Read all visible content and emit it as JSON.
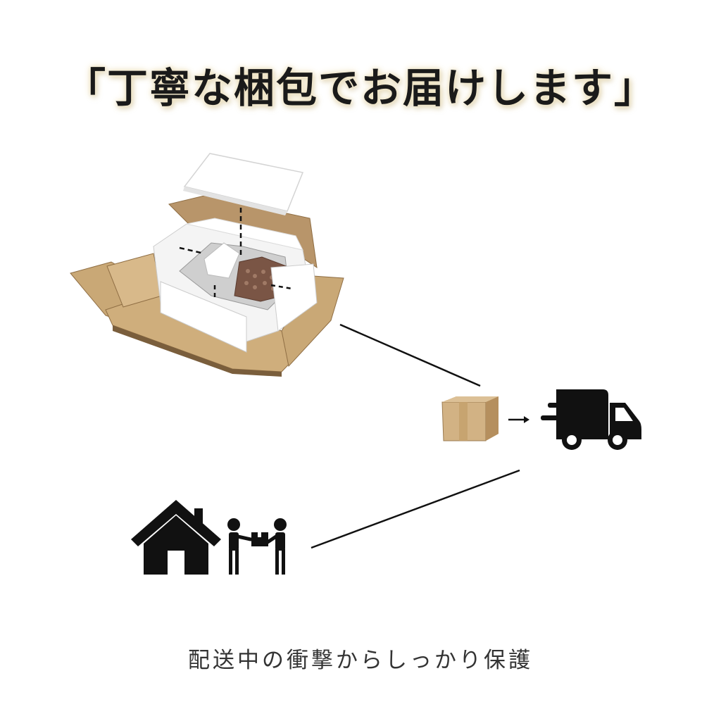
{
  "headline": {
    "text": "「丁寧な梱包でお届けします」"
  },
  "caption": {
    "text": "配送中の衝撃からしっかり保護"
  },
  "colors": {
    "cardboard": "#c9a876",
    "cardboard_dark": "#a9875a",
    "foam": "#ffffff",
    "bubble_wrap": "#7a5545",
    "icon": "#111111",
    "headline_glow": "#f3e8c8"
  },
  "icons": [
    "open-package-illustration",
    "small-box-icon",
    "arrow-icon",
    "delivery-truck-icon",
    "house-icon",
    "courier-handoff-icon"
  ]
}
